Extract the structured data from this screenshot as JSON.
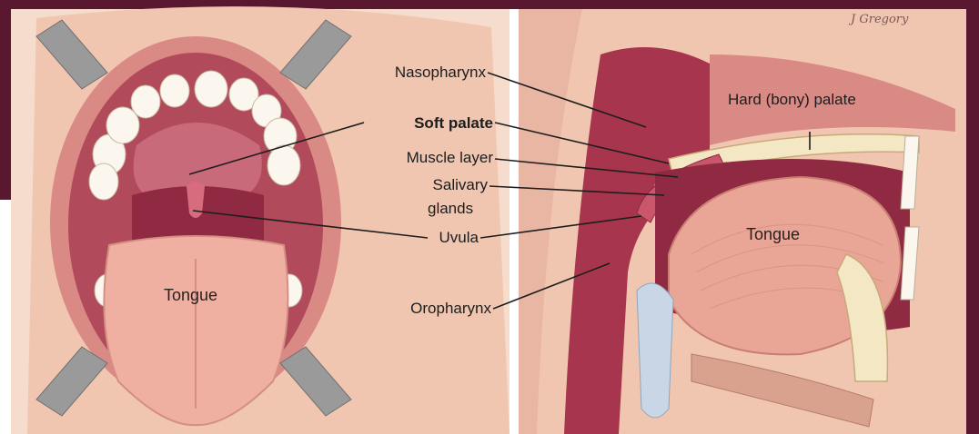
{
  "signature": "J Gregory",
  "labels": {
    "nasopharynx": "Nasopharynx",
    "soft_palate": "Soft palate",
    "muscle_layer": "Muscle layer",
    "salivary_glands_line1": "Salivary",
    "salivary_glands_line2": "glands",
    "uvula": "Uvula",
    "oropharynx": "Oropharynx",
    "hard_palate": "Hard (bony) palate",
    "tongue_front": "Tongue",
    "tongue_side": "Tongue"
  },
  "colors": {
    "frame": "#5a1830",
    "skin": "#f1c6b0",
    "tissue": "#c9566a",
    "cavity": "#8f2a42",
    "tongue": "#efb0a2",
    "bone": "#f4e7c4",
    "retractor": "#9a9a9a"
  }
}
